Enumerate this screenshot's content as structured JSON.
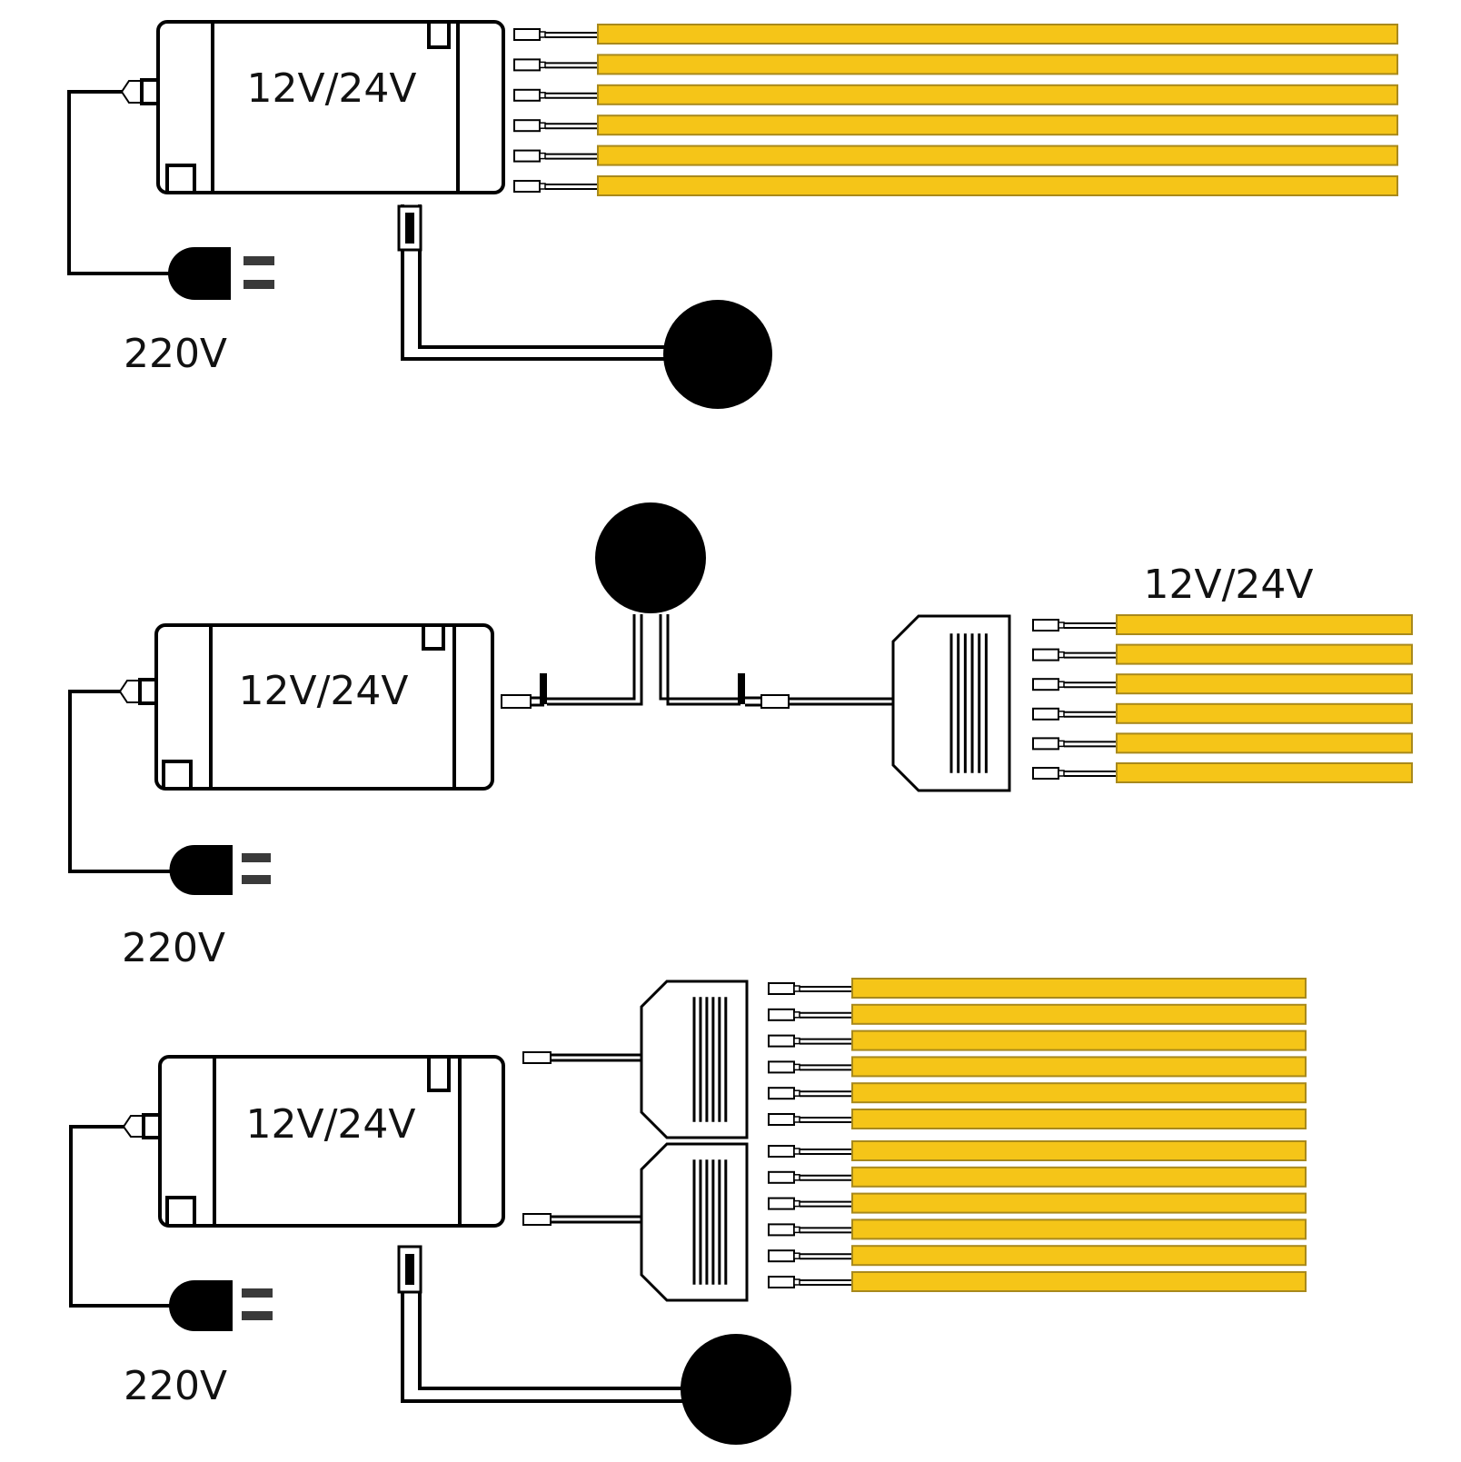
{
  "diagrams": [
    {
      "driver_label": "12V/24V",
      "mains_label": "220V"
    },
    {
      "driver_label": "12V/24V",
      "mains_label": "220V",
      "output_label": "12V/24V"
    },
    {
      "driver_label": "12V/24V",
      "mains_label": "220V"
    }
  ],
  "colors": {
    "background": "#ffffff",
    "line": "#000000",
    "strip_fill": "#f5c518",
    "strip_border": "#a8891c",
    "sensor": "#000000",
    "plug_prongs": "#3a3a3a"
  },
  "icons": {
    "sensor": "round-touch-sensor-icon",
    "plug": "mains-plug-icon",
    "splitter": "splitter-box-icon"
  }
}
